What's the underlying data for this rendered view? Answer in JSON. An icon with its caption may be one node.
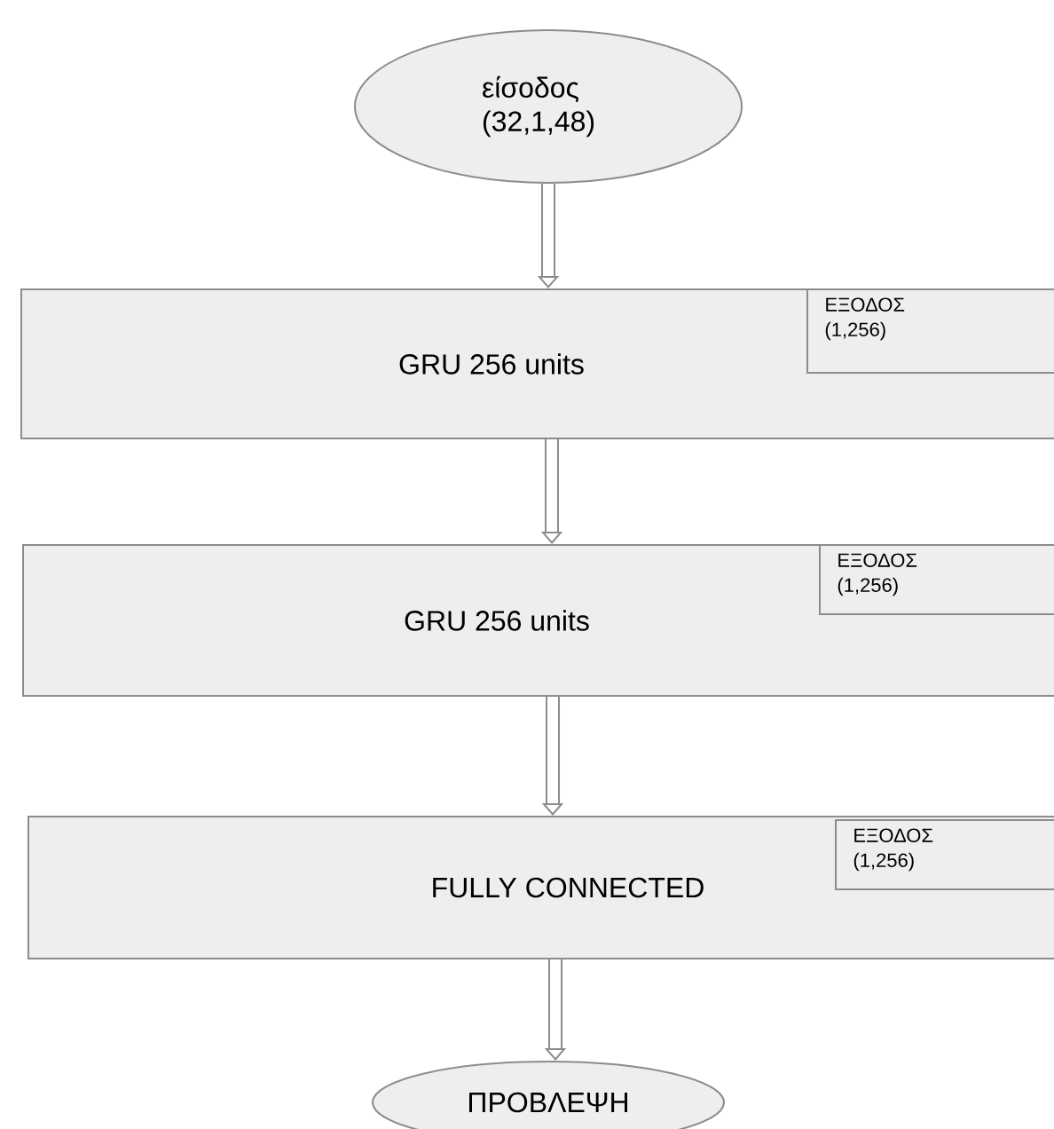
{
  "diagram": {
    "nodes": [
      {
        "text": [
          "είσοδος (32,1,48)"
        ]
      },
      {
        "text": [
          "GRU 256 units"
        ]
      },
      {
        "text": [
          "ΕΞΟΔΟΣ (1,256)"
        ],
        "in": 1
      },
      {
        "text": [
          "GRU 256 units"
        ]
      },
      {
        "text": [
          "ΕΞΟΔΟΣ (1,256)"
        ],
        "in": 3
      },
      {
        "text": [
          "FULLY CONNECTED"
        ]
      },
      {
        "text": [
          "ΕΞΟΔΟΣ (1,256)"
        ],
        "in": 5
      },
      {
        "text": [
          "ΠΡΟΒΛΕΨΗ"
        ]
      }
    ],
    "edges": [
      {
        "from": 0,
        "to": 1,
        "arrow": "to"
      },
      {
        "from": 1,
        "to": 3,
        "arrow": "to"
      },
      {
        "from": 3,
        "to": 5,
        "arrow": "to"
      },
      {
        "from": 5,
        "to": 7,
        "arrow": "to"
      }
    ]
  }
}
